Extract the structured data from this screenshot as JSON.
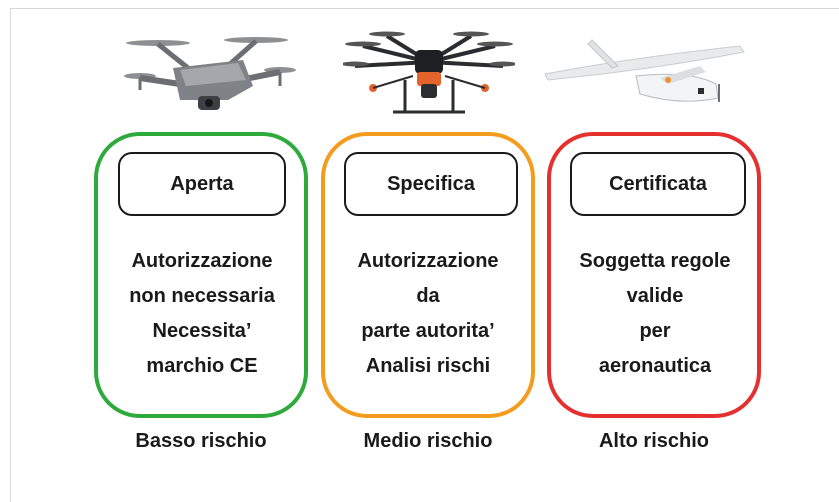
{
  "colors": {
    "open": "#2eaa3c",
    "specific": "#f39c1e",
    "certified": "#e53030"
  },
  "categories": [
    {
      "title": "Aperta",
      "lines": [
        "Autorizzazione",
        "non necessaria",
        "Necessita’",
        "marchio CE"
      ],
      "risk": "Basso rischio",
      "icon": "quadcopter-icon"
    },
    {
      "title": "Specifica",
      "lines": [
        "Autorizzazione",
        "da",
        "parte autorita’",
        "Analisi rischi"
      ],
      "risk": "Medio rischio",
      "icon": "hexacopter-sprayer-icon"
    },
    {
      "title": "Certificata",
      "lines": [
        "Soggetta regole",
        "valide",
        "per",
        "aeronautica"
      ],
      "risk": "Alto rischio",
      "icon": "fixed-wing-drone-icon"
    }
  ]
}
